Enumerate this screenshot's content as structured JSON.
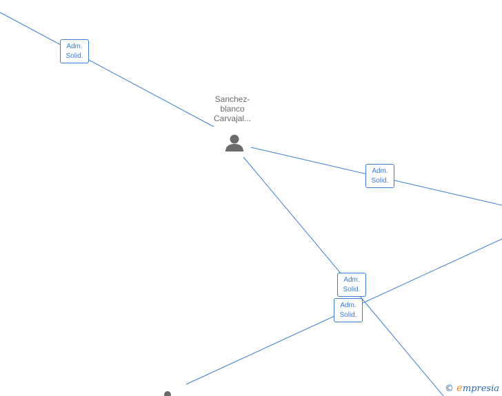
{
  "nodes": {
    "person_main": {
      "name_lines": [
        "Sanchez-",
        "blanco",
        "Carvajal..."
      ]
    }
  },
  "edges": [
    {
      "label_line1": "Adm.",
      "label_line2": "Solid."
    },
    {
      "label_line1": "Adm.",
      "label_line2": "Solid."
    },
    {
      "label_line1": "Adm.",
      "label_line2": "Solid."
    },
    {
      "label_line1": "Adm.",
      "label_line2": "Solid."
    }
  ],
  "watermark": {
    "copyright": "©",
    "brand_initial": "e",
    "brand_rest": "mpresia"
  },
  "colors": {
    "edge": "#3a7bd5",
    "person_icon": "#6b6b6b",
    "brand_accent": "#f28c1b"
  },
  "icons": {
    "person": "person-icon"
  }
}
